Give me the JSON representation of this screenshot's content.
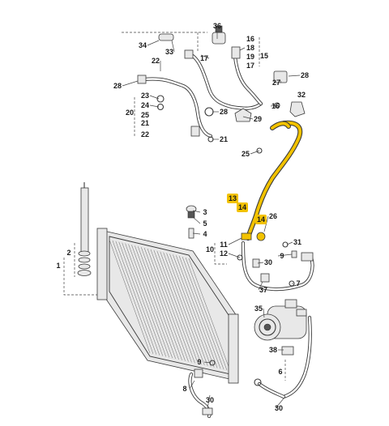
{
  "colors": {
    "highlight": "#f2c200",
    "line": "#3a3a3a",
    "background": "#ffffff"
  },
  "callouts": [
    {
      "id": "c-34",
      "text": "34"
    },
    {
      "id": "c-33",
      "text": "33"
    },
    {
      "id": "c-36",
      "text": "36"
    },
    {
      "id": "c-17a",
      "text": "17"
    },
    {
      "id": "c-16",
      "text": "16"
    },
    {
      "id": "c-18",
      "text": "18"
    },
    {
      "id": "c-19",
      "text": "19"
    },
    {
      "id": "c-17b",
      "text": "17"
    },
    {
      "id": "c-15",
      "text": "15"
    },
    {
      "id": "c-22a",
      "text": "22"
    },
    {
      "id": "c-27",
      "text": "27"
    },
    {
      "id": "c-28a",
      "text": "28"
    },
    {
      "id": "c-28b",
      "text": "28"
    },
    {
      "id": "c-23",
      "text": "23"
    },
    {
      "id": "c-24",
      "text": "24"
    },
    {
      "id": "c-25a",
      "text": "25"
    },
    {
      "id": "c-32",
      "text": "32"
    },
    {
      "id": "c-20",
      "text": "20"
    },
    {
      "id": "c-21a",
      "text": "21"
    },
    {
      "id": "c-22b",
      "text": "22"
    },
    {
      "id": "c-28c",
      "text": "28"
    },
    {
      "id": "c-16b",
      "text": "16"
    },
    {
      "id": "c-29",
      "text": "29"
    },
    {
      "id": "c-21b",
      "text": "21"
    },
    {
      "id": "c-25b",
      "text": "25"
    },
    {
      "id": "c-3",
      "text": "3"
    },
    {
      "id": "c-5",
      "text": "5"
    },
    {
      "id": "c-4",
      "text": "4"
    },
    {
      "id": "c-26",
      "text": "26"
    },
    {
      "id": "c-2",
      "text": "2"
    },
    {
      "id": "c-1",
      "text": "1"
    },
    {
      "id": "c-11",
      "text": "11"
    },
    {
      "id": "c-10",
      "text": "10"
    },
    {
      "id": "c-12",
      "text": "12"
    },
    {
      "id": "c-30a",
      "text": "30"
    },
    {
      "id": "c-31",
      "text": "31"
    },
    {
      "id": "c-9a",
      "text": "9"
    },
    {
      "id": "c-37",
      "text": "37"
    },
    {
      "id": "c-7",
      "text": "7"
    },
    {
      "id": "c-35",
      "text": "35"
    },
    {
      "id": "c-38",
      "text": "38"
    },
    {
      "id": "c-9b",
      "text": "9"
    },
    {
      "id": "c-8",
      "text": "8"
    },
    {
      "id": "c-30b",
      "text": "30"
    },
    {
      "id": "c-6",
      "text": "6"
    },
    {
      "id": "c-30c",
      "text": "30"
    }
  ],
  "highlighted_callouts": [
    {
      "id": "h-13",
      "text": "13"
    },
    {
      "id": "h-14a",
      "text": "14"
    },
    {
      "id": "h-14b",
      "text": "14"
    }
  ]
}
